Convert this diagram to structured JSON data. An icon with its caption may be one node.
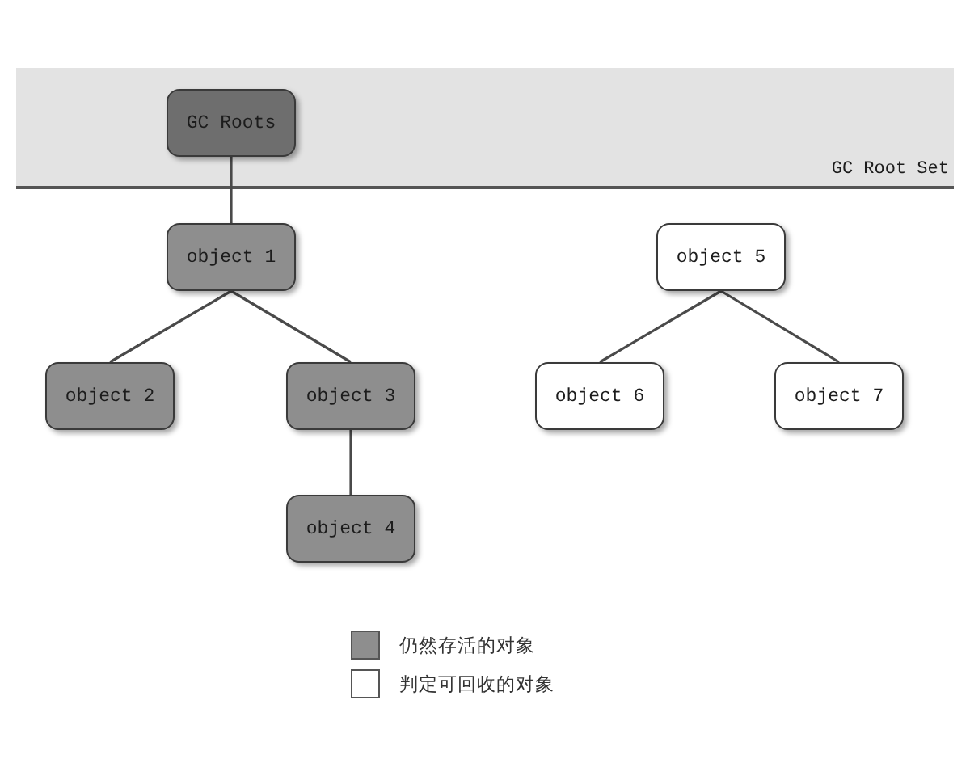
{
  "diagram": {
    "nodes": [
      {
        "text": [
          "GC Root Set"
        ]
      },
      {
        "text": [
          "GC Roots"
        ],
        "in": 0
      },
      {
        "text": [
          "object 1"
        ]
      },
      {
        "text": [
          "object 2"
        ]
      },
      {
        "text": [
          "object 3"
        ]
      },
      {
        "text": [
          "object 4"
        ]
      },
      {
        "text": [
          "object 5"
        ]
      },
      {
        "text": [
          "object 6"
        ]
      },
      {
        "text": [
          "object 7"
        ]
      }
    ],
    "edges": [
      {
        "from": 1,
        "to": 2,
        "arrow": "none"
      },
      {
        "from": 2,
        "to": 3,
        "arrow": "none"
      },
      {
        "from": 2,
        "to": 4,
        "arrow": "none"
      },
      {
        "from": 4,
        "to": 5,
        "arrow": "none"
      },
      {
        "from": 6,
        "to": 7,
        "arrow": "none"
      },
      {
        "from": 6,
        "to": 8,
        "arrow": "none"
      }
    ],
    "legend": [
      {
        "text": "仍然存活的对象",
        "color": "#8e8e8e"
      },
      {
        "text": "判定可回收的对象",
        "color": "#ffffff"
      }
    ]
  }
}
